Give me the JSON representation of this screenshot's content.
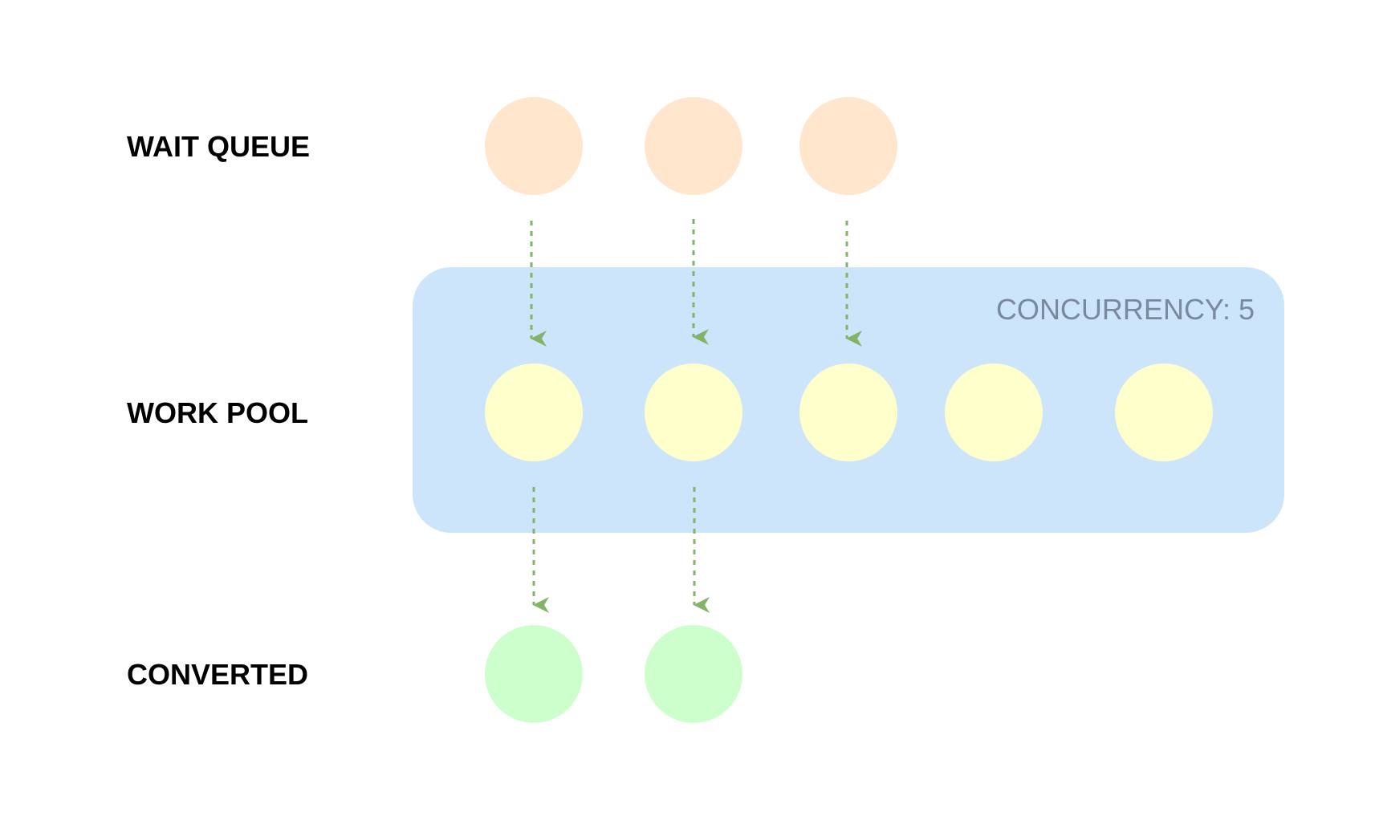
{
  "labels": {
    "wait_queue": "WAIT QUEUE",
    "work_pool": "WORK POOL",
    "converted": "CONVERTED"
  },
  "pool": {
    "caption": "CONCURRENCY: 5"
  },
  "colors": {
    "wait": "#ffe6cc",
    "work": "#ffffcc",
    "converted": "#ccffcc",
    "pool": "#cce5fb",
    "arrow": "#82b366",
    "label": "#000000",
    "caption": "#7a8a9e"
  },
  "counts": {
    "wait_queue_items": 3,
    "work_pool_slots": 5,
    "converted_items": 2
  }
}
